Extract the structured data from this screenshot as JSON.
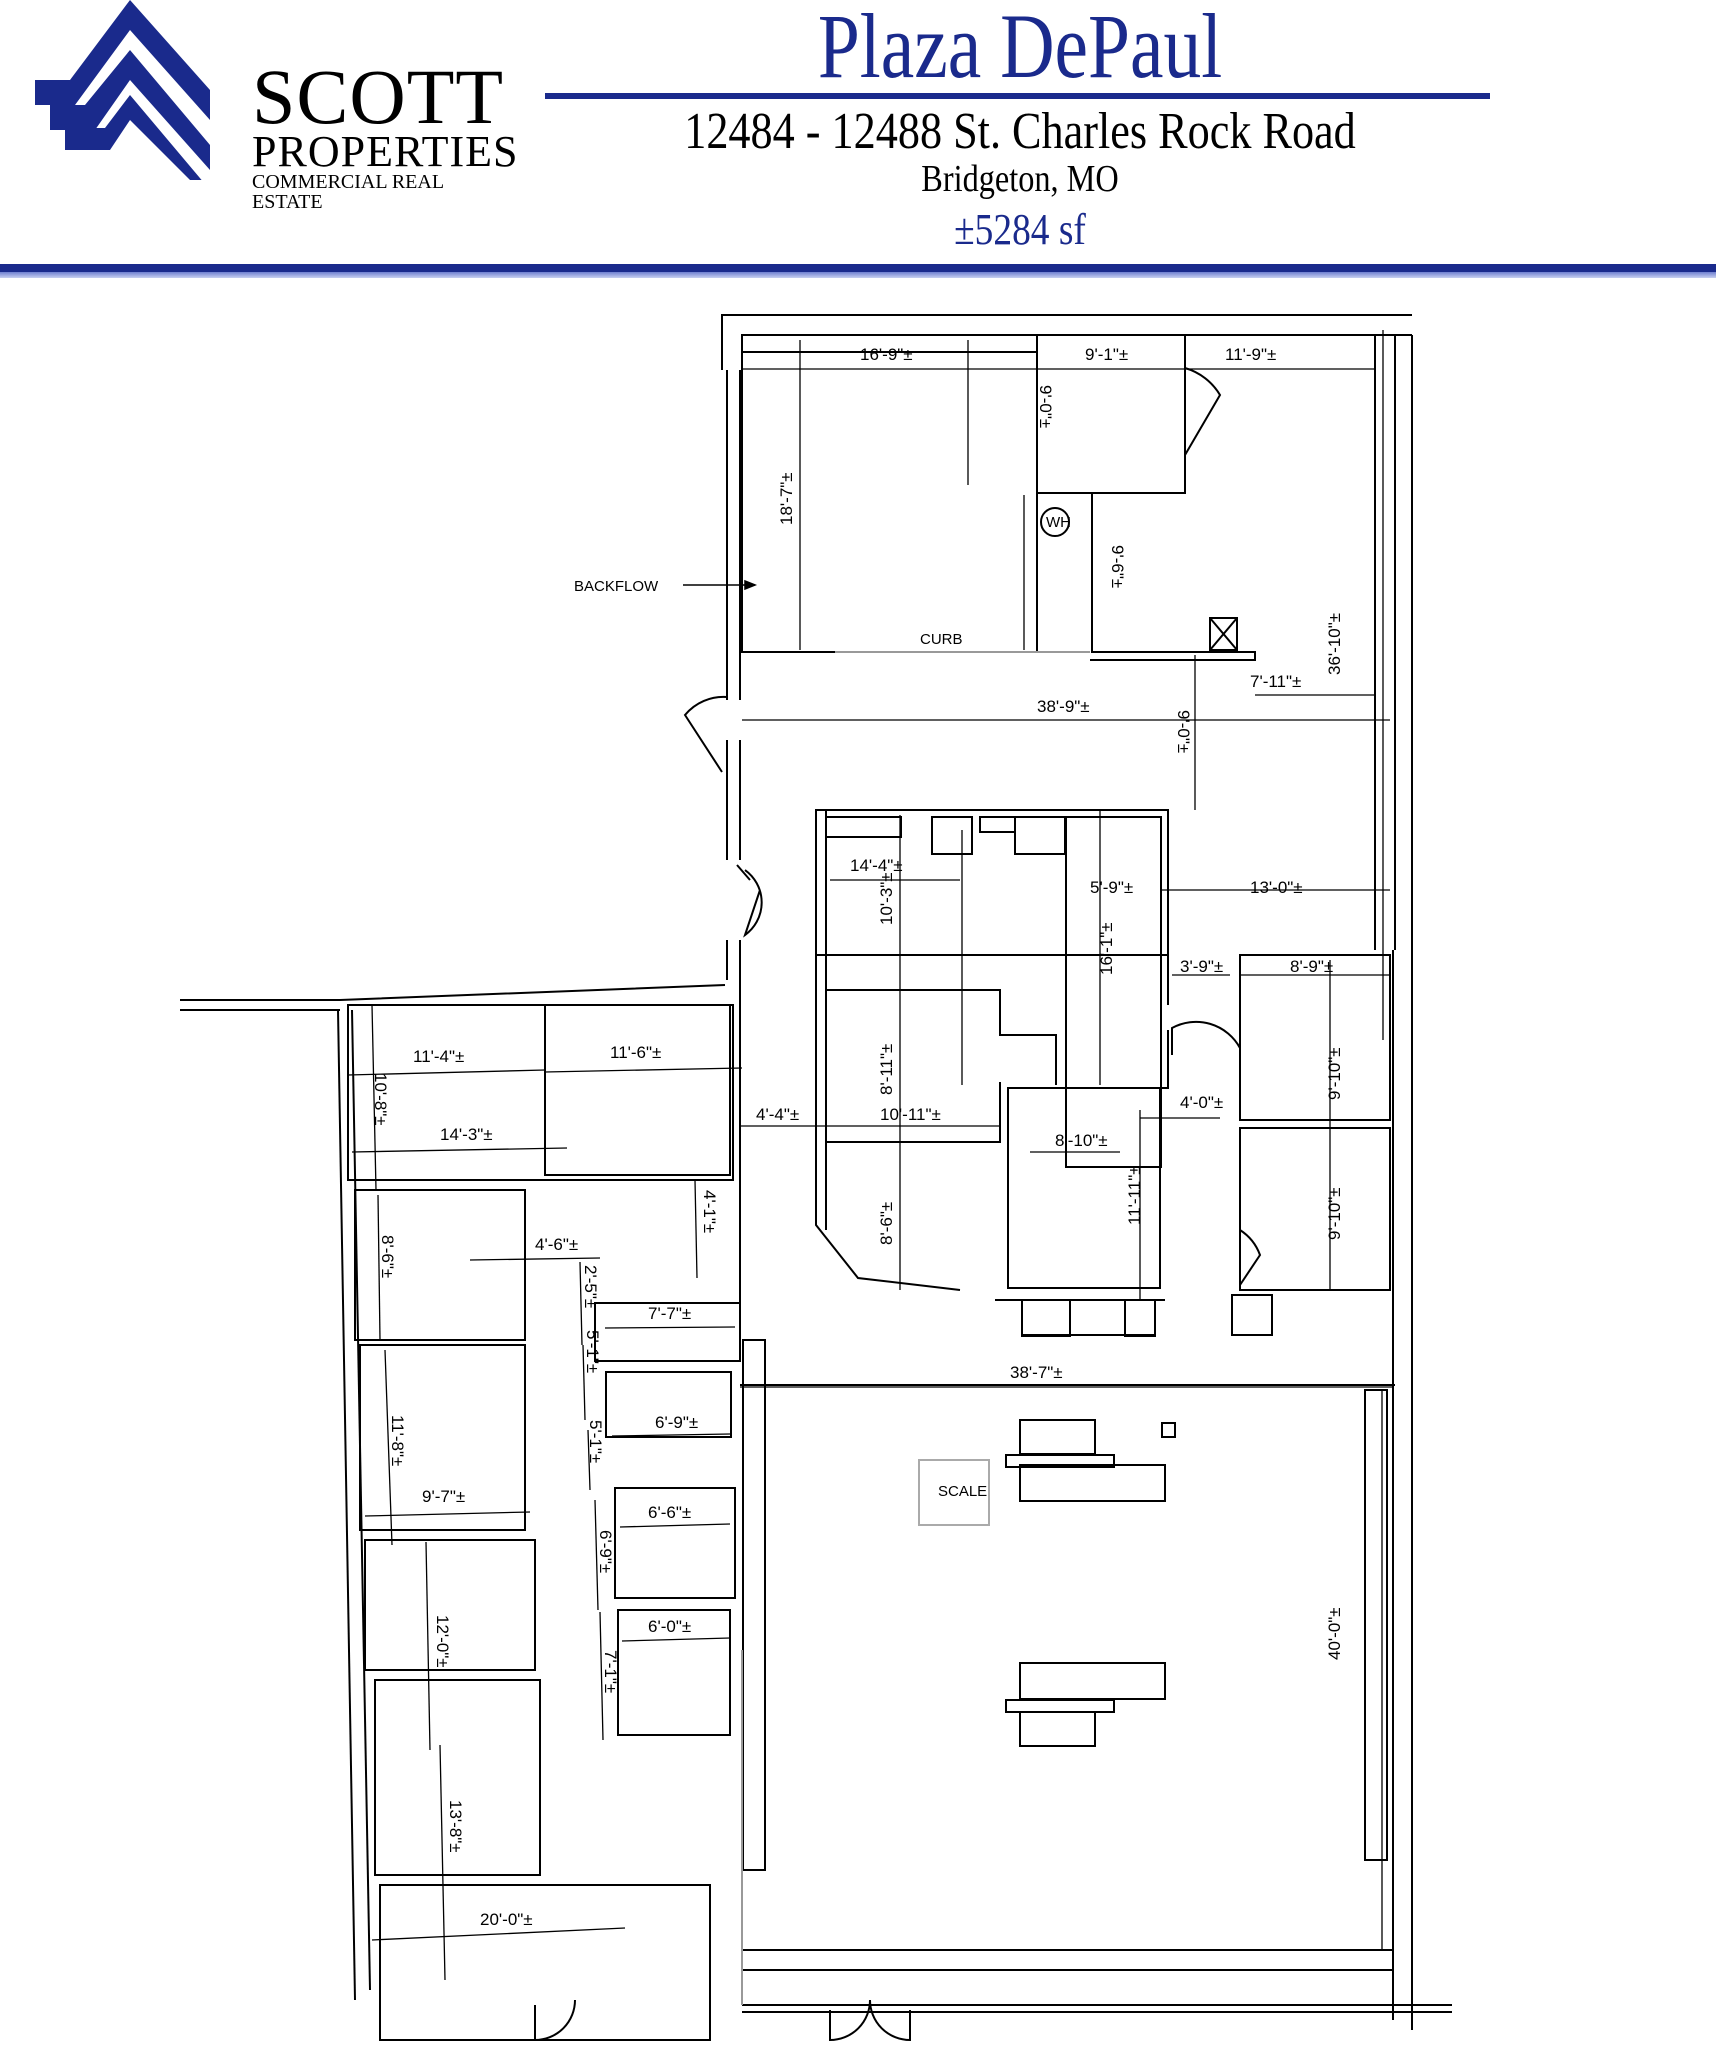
{
  "logo": {
    "line1": "SCOTT",
    "line2": "PROPERTIES",
    "line3": "COMMERCIAL REAL ESTATE",
    "color": "#1a2a8c"
  },
  "header": {
    "title": "Plaza DePaul",
    "address": "12484 - 12488 St. Charles Rock Road",
    "city": "Bridgeton, MO",
    "area": "±5284 sf",
    "accent_color": "#1a2a8c"
  },
  "plan": {
    "labels": {
      "backflow": "BACKFLOW",
      "curb": "CURB",
      "water_heater": "WH",
      "scale": "SCALE"
    },
    "dimensions": {
      "top_left_width": "16'-9\"±",
      "top_mid_width": "9'-1\"±",
      "top_right_width": "11'-9\"±",
      "storage_height": "18'-7\"±",
      "closet_height": "9'-0\"±",
      "corridor_height": "9'-6\"±",
      "right_total_height": "36'-10\"±",
      "right_notch": "7'-11\"±",
      "hall_width": "38'-9\"±",
      "hall_depth": "9'-0\"±",
      "kitchen_width": "14'-4\"±",
      "kitchen_height": "10'-3\"±",
      "pantry_width": "5'-9\"±",
      "pantry_height": "16'-1\"±",
      "right_office_width": "13'-0\"±",
      "small_hall": "3'-9\"±",
      "office_a_width": "8'-9\"±",
      "office_a_height": "9'-10\"±",
      "office_b_height": "9'-10\"±",
      "room_mid_height": "8'-11\"±",
      "corridor_a": "4'-4\"±",
      "room_mid_width": "10'-11\"±",
      "corridor_b": "4'-0\"±",
      "prep_width": "8'-10\"±",
      "prep_height": "11'-11\"±",
      "room_low_height": "8'-6\"±",
      "office1_width": "11'-4\"±",
      "office1_height": "10'-8\"±",
      "office2_width": "11'-6\"±",
      "office1_lower_width": "14'-3\"±",
      "office3_height": "8'-6\"±",
      "hall_c": "4'-6\"±",
      "hall_d": "2'-5\"±",
      "hall_e": "4'-1\"±",
      "restroom1_width": "7'-7\"±",
      "restroom1_height": "5'-1\"±",
      "restroom2_width": "6'-9\"±",
      "restroom2_height": "5'-1\"±",
      "office4_height": "11'-8\"±",
      "office4_width": "9'-7\"±",
      "restroom3_width": "6'-6\"±",
      "restroom3_height": "6'-9\"±",
      "restroom4_width": "6'-0\"±",
      "restroom4_height": "7'-1\"±",
      "office5_height": "12'-0\"±",
      "main_width": "38'-7\"±",
      "main_height": "40'-0\"±",
      "front_office_height": "13'-8\"±",
      "front_office_width": "20'-0\"±"
    }
  }
}
